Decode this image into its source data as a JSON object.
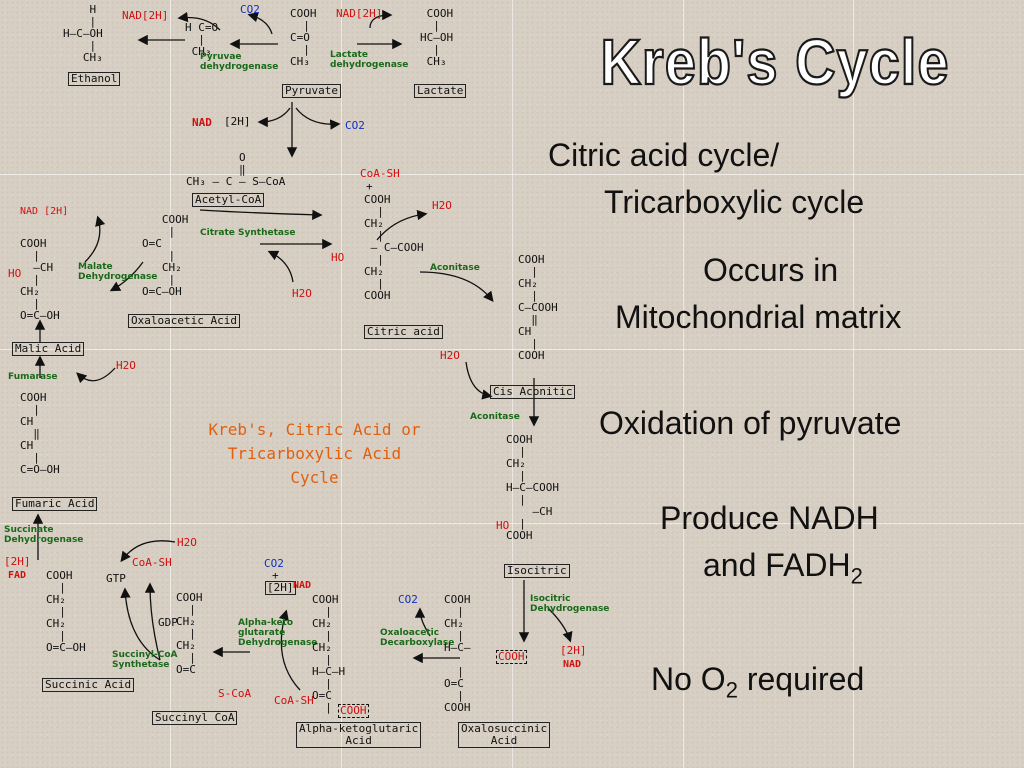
{
  "title": "Kreb's Cycle",
  "side_text": {
    "line1a": "Citric acid cycle/",
    "line1b": "Tricarboxylic cycle",
    "line2a": "Occurs in",
    "line2b": "Mitochondrial matrix",
    "line3": "Oxidation of pyruvate",
    "line4a": "Produce NADH",
    "line4b_pre": "and FADH",
    "line4b_sub": "2",
    "line5_pre": "No O",
    "line5_sub": "2",
    "line5_post": " required"
  },
  "diagram": {
    "center_title": "Kreb's, Citric Acid or\nTricarboxylic Acid\nCycle",
    "ethanol": {
      "struct": "    H\n    |\nH—C—OH\n    |\n   CH₃",
      "label": "Ethanol"
    },
    "acetaldehyde": "H C=O\n  |\n CH₃",
    "pyruvate": {
      "struct": "COOH\n  |\nC=O\n  |\nCH₃",
      "label": "Pyruvate"
    },
    "lactate": {
      "struct": " COOH\n  |\nHC—OH\n  |\n CH₃",
      "label": "Lactate"
    },
    "nad_2h_left": "NAD[2H]",
    "nad_2h_right": "NAD[2H]",
    "co2_top": "CO2",
    "pyruvae_dehydrogenase": "Pyruvae\ndehydrogenase",
    "lactate_dehydrogenase": "Lactate\ndehydrogenase",
    "nad_mid": "NAD",
    "h2_mid": "[2H]",
    "co2_mid": "CO2",
    "acetyl_coa": {
      "struct": "        O\n        ‖\nCH₃ — C — S—CoA",
      "label": "Acetyl-CoA"
    },
    "oxaloacetic": {
      "struct": "   COOH\n    |\nO=C\n    |\n   CH₂\n    |\nO=C—OH",
      "label": "Oxaloacetic Acid"
    },
    "citrate_synthetase": "Citrate Synthetase",
    "citric": {
      "coa_sh": "CoA-SH",
      "plus": "+",
      "struct": "COOH\n  |\nCH₂\n  |\n — C—COOH\n  |\nCH₂\n  |\nCOOH",
      "ho": "HO",
      "label": "Citric acid"
    },
    "h2o_1": "H2O",
    "h2o_2": "H2O",
    "h2o_3": "H2O",
    "h2o_4": "H2O",
    "h2o_5": "H2O",
    "aconitase_1": "Aconitase",
    "aconitase_2": "Aconitase",
    "cis_aconitic": {
      "struct": "COOH\n  |\nCH₂\n  |\nC—COOH\n  ‖\nCH\n  |\nCOOH",
      "label": "Cis Aconitic"
    },
    "isocitric": {
      "struct": "COOH\n  |\nCH₂\n  |\nH—C—COOH\n  |\n    —CH\n  |\nCOOH",
      "ho": "HO",
      "label": "Isocitric"
    },
    "nad_2h_malate": "NAD [2H]",
    "malic": {
      "struct": "COOH\n  |\n  —CH\n  |\nCH₂\n  |\nO=C—OH",
      "ho": "HO",
      "label": "Malic Acid"
    },
    "malate_dehydrogenase": "Malate\nDehydrogenase",
    "fumarase": "Fumarase",
    "fumaric": {
      "struct": "COOH\n  |\nCH\n  ‖\nCH\n  |\nC=O—OH",
      "label": "Fumaric Acid"
    },
    "succinate_dehydrogenase": "Succinate\nDehydrogenase",
    "fad_2h": "[2H]",
    "fad": "FAD",
    "succinic": {
      "struct": "COOH\n  |\nCH₂\n  |\nCH₂\n  |\nO=C—OH",
      "label": "Succinic Acid"
    },
    "gtp": "GTP",
    "gdp": "GDP",
    "coa_sh_1": "CoA-SH",
    "coa_sh_2": "CoA-SH",
    "succinyl_coa_synthetase": "Succinyl-CoA\nSynthetase",
    "succinyl_coa": {
      "struct": "COOH\n  |\nCH₂\n  |\nCH₂\n  |\nO=C",
      "s_coa": "S-CoA",
      "label": "Succinyl CoA"
    },
    "co2_bottom_left": "CO2",
    "plus_bottom": "+",
    "h2_nad_bottom": "[2H]",
    "nad_bottom": "NAD",
    "alpha_keto_dh": "Alpha-keto\nglutarate\nDehydrogenase",
    "alpha_kg": {
      "struct": "COOH\n  |\nCH₂\n  |\nCH₂\n  |\nH—C—H\n  |\nO=C\n  |",
      "cooh": "COOH",
      "label": "Alpha-ketoglutaric\nAcid"
    },
    "co2_bottom_mid": "CO2",
    "oxaloacetic_decarboxylase": "Oxaloacetic\nDecarboxylase",
    "oxalosuccinic": {
      "struct": "COOH\n  |\nCH₂\n  |\nH—C—",
      "cooh": "COOH",
      "struct2": "  |\nO=C\n  |\nCOOH",
      "label": "Oxalosuccinic\nAcid"
    },
    "isocitric_dh": "Isocitric\nDehydrogenase",
    "h2_right": "[2H]",
    "nad_right": "NAD"
  }
}
